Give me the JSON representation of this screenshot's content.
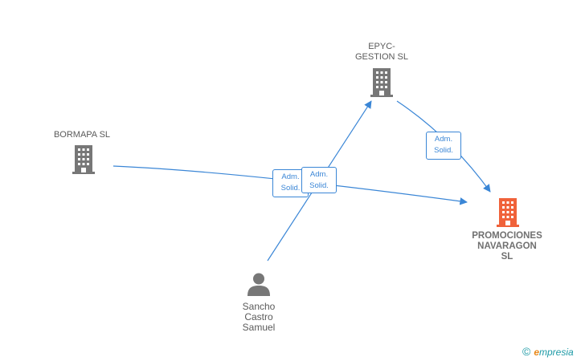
{
  "colors": {
    "edge": "#3a86d6",
    "node_company": "#777777",
    "node_main": "#f0623a",
    "node_person": "#777777"
  },
  "nodes": {
    "epyc": {
      "label": "EPYC-\nGESTION SL",
      "icon": "building-icon"
    },
    "bormapa": {
      "label": "BORMAPA  SL",
      "icon": "building-icon"
    },
    "promociones": {
      "label": "PROMOCIONES\nNAVARAGON\nSL",
      "icon": "building-icon"
    },
    "sancho": {
      "label": "Sancho\nCastro\nSamuel",
      "icon": "person-icon"
    }
  },
  "edges": [
    {
      "from": "bormapa",
      "to": "promociones",
      "label": "Adm.\nSolid."
    },
    {
      "from": "sancho",
      "to": "epyc",
      "label": "Adm.\nSolid."
    },
    {
      "from": "epyc",
      "to": "promociones",
      "label": "Adm.\nSolid."
    }
  ],
  "brand": {
    "copyright": "©",
    "e": "e",
    "rest": "mpresia"
  }
}
